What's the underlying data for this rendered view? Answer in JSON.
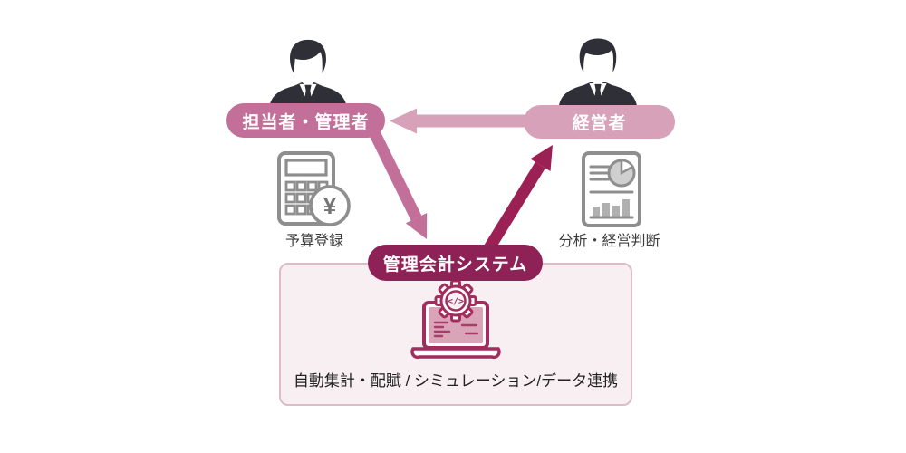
{
  "diagram": {
    "staff": {
      "label": "担当者・管理者"
    },
    "executive": {
      "label": "経営者"
    },
    "budget": {
      "label": "予算登録",
      "yen_symbol": "¥"
    },
    "analysis": {
      "label": "分析・経営判断"
    },
    "system": {
      "title": "管理会計システム",
      "description": "自動集計・配賦 / シミュレーション/データ連携",
      "code_symbol": "</>"
    },
    "flows": {
      "staff_to_system": "予算登録 → 管理会計システム",
      "system_to_executive": "管理会計システム → 経営者",
      "executive_to_staff": "経営者 → 担当者・管理者"
    },
    "colors": {
      "staff_pill": "#c2709a",
      "executive_pill": "#d7a2b9",
      "system_pill": "#8e2155",
      "system_box_bg": "#f8eff2",
      "system_box_border": "#ddbcc8",
      "arrow_staff_to_system": "#c2709a",
      "arrow_system_to_executive": "#9b2155",
      "arrow_executive_to_staff": "#d7a2b9",
      "gray_icon": "#8e8e8e",
      "person_icon": "#2f2f38",
      "laptop_icon": "#a12c5e"
    }
  }
}
